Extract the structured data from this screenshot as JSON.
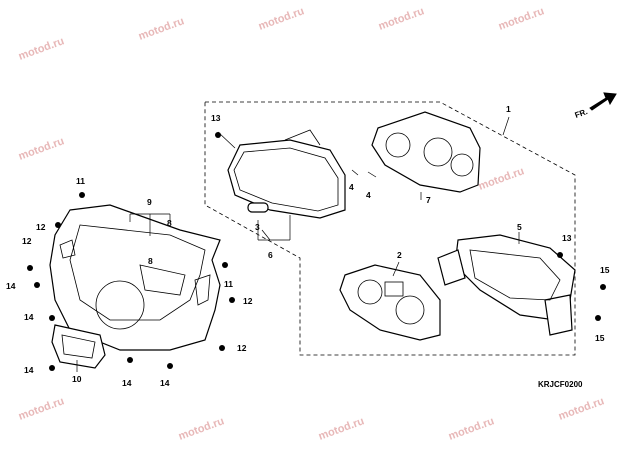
{
  "diagram": {
    "direction_label": "FR.",
    "diagram_code": "KRJCF0200",
    "watermark_text": "motod.ru",
    "callouts": {
      "c1": "1",
      "c2": "2",
      "c3": "3",
      "c4a": "4",
      "c4b": "4",
      "c5": "5",
      "c6": "6",
      "c7": "7",
      "c8a": "8",
      "c8b": "8",
      "c9": "9",
      "c10": "10",
      "c11a": "11",
      "c11b": "11",
      "c12a": "12",
      "c12b": "12",
      "c12c": "12",
      "c12d": "12",
      "c13a": "13",
      "c13b": "13",
      "c14a": "14",
      "c14b": "14",
      "c14c": "14",
      "c14d": "14",
      "c14e": "14",
      "c15a": "15",
      "c15b": "15"
    }
  }
}
